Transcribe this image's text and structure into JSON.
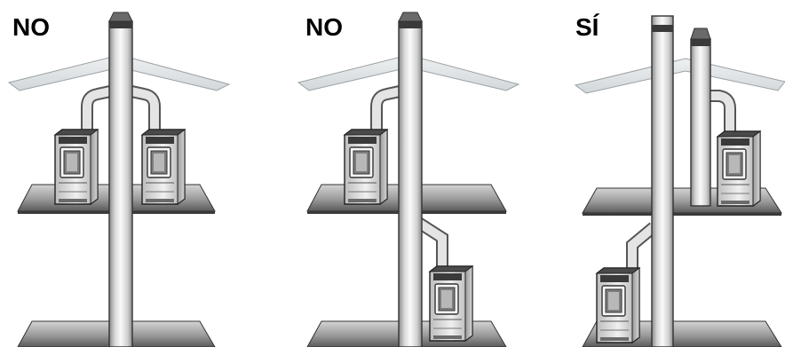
{
  "panels": [
    {
      "label": "NO"
    },
    {
      "label": "NO"
    },
    {
      "label": "SÍ"
    }
  ],
  "colors": {
    "floor_light": "#c9c9c9",
    "floor_dark": "#4a4a4a",
    "roof": "#e2e6e8",
    "pipe_light": "#f7f7f7",
    "pipe_mid": "#d0d0d0",
    "pipe_dark": "#8a8a8a",
    "outline": "#222222",
    "cap": "#3a3a3a",
    "stove_body": "#d9d9d9",
    "stove_top": "#555555"
  }
}
